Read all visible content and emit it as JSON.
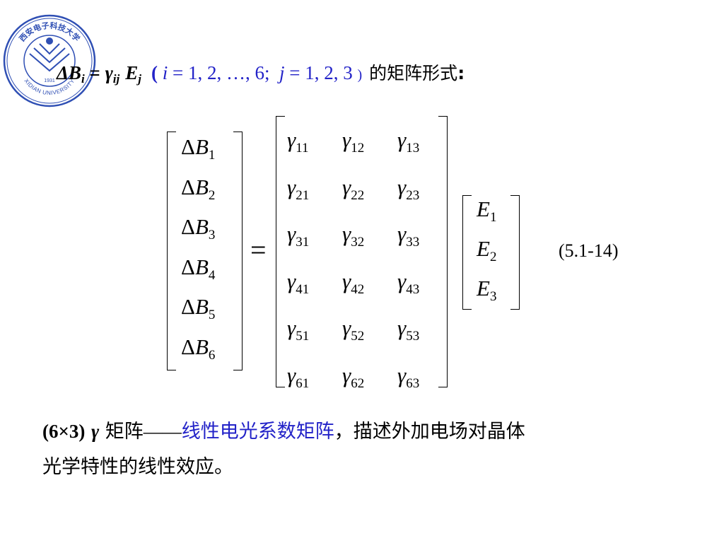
{
  "logo": {
    "text_top": "西安电子科技大学",
    "text_bottom": "XIDIAN UNIVERSITY",
    "year": "1931",
    "color": "#2f4fb4"
  },
  "heading": {
    "lhs_delta_b": "ΔB",
    "lhs_sub": "i",
    "eq": " = ",
    "gamma": "γ",
    "gamma_sub": "ij",
    "e": "E",
    "e_sub": "j",
    "open": "(",
    "i_var": "i",
    "i_range": " = 1, 2, …, 6;",
    "j_var": "j",
    "j_range": " = 1, 2, 3",
    "close": ")",
    "cn_text": "的矩阵形式",
    "colon": ":"
  },
  "matrix": {
    "lhs": [
      {
        "delta": "Δ",
        "var": "B",
        "sub": "1"
      },
      {
        "delta": "Δ",
        "var": "B",
        "sub": "2"
      },
      {
        "delta": "Δ",
        "var": "B",
        "sub": "3"
      },
      {
        "delta": "Δ",
        "var": "B",
        "sub": "4"
      },
      {
        "delta": "Δ",
        "var": "B",
        "sub": "5"
      },
      {
        "delta": "Δ",
        "var": "B",
        "sub": "6"
      }
    ],
    "equals": "=",
    "gamma_symbol": "γ",
    "gamma_subs": [
      [
        "11",
        "12",
        "13"
      ],
      [
        "21",
        "22",
        "23"
      ],
      [
        "31",
        "32",
        "33"
      ],
      [
        "41",
        "42",
        "43"
      ],
      [
        "51",
        "52",
        "53"
      ],
      [
        "61",
        "62",
        "63"
      ]
    ],
    "rhs": [
      {
        "var": "E",
        "sub": "1"
      },
      {
        "var": "E",
        "sub": "2"
      },
      {
        "var": "E",
        "sub": "3"
      }
    ]
  },
  "equation_number": "(5.1-14)",
  "description": {
    "dims": "(6×3)",
    "gamma": "γ",
    "matrix_word": "矩阵",
    "dash": "——",
    "highlight": "线性电光系数矩阵",
    "rest_line1": "，描述外加电场对晶体",
    "line2": "光学特性的线性效应。",
    "highlight_color": "#2323c8"
  }
}
